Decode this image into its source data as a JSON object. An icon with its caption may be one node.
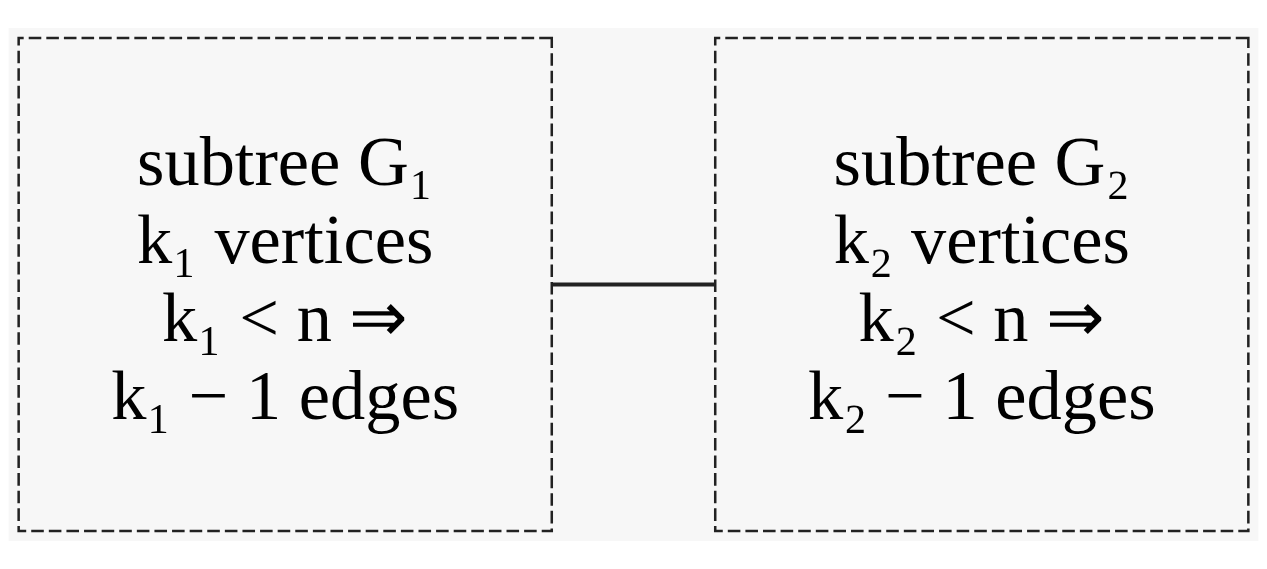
{
  "diagram": {
    "nodes": [
      {
        "text": [
          "subtree G₁",
          "k₁ vertices",
          "k₁ < n ⇒",
          "k₁ − 1 edges"
        ]
      },
      {
        "text": [
          "subtree G₂",
          "k₂ vertices",
          "k₂ < n ⇒",
          "k₂ − 1 edges"
        ]
      }
    ],
    "edges": [
      {
        "from": 0,
        "to": 1,
        "arrow": "none"
      }
    ]
  }
}
